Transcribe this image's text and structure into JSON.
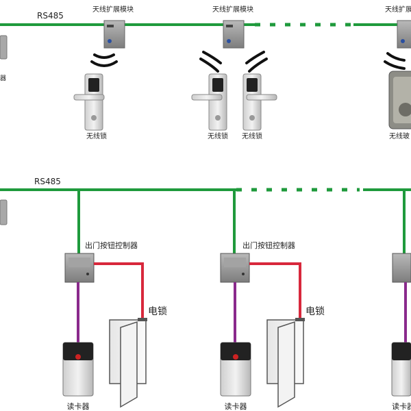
{
  "top_section": {
    "bus_label": "RS485",
    "modules": [
      {
        "label": "天线扩展模块"
      },
      {
        "label": "天线扩展模块"
      },
      {
        "label": "天线扩展模块"
      }
    ],
    "device_labels": {
      "left_partial": "器",
      "lock_1": "无线锁",
      "lock_2": "无线锁",
      "lock_3": "无线锁",
      "right_partial": "无线玻"
    }
  },
  "bottom_section": {
    "bus_label": "RS485",
    "controllers": [
      {
        "label": "出门按钮控制器",
        "lock_label": "电锁",
        "reader_label": "读卡器"
      },
      {
        "label": "出门按钮控制器",
        "lock_label": "电锁",
        "reader_label": "读卡器"
      },
      {
        "label": "",
        "lock_label": "",
        "reader_label": "读卡器"
      }
    ]
  },
  "colors": {
    "bus": "#1f9a3c",
    "lock_wire": "#d8283c",
    "reader_wire": "#8a2a8c",
    "device_gray": "#9b9b9b"
  }
}
